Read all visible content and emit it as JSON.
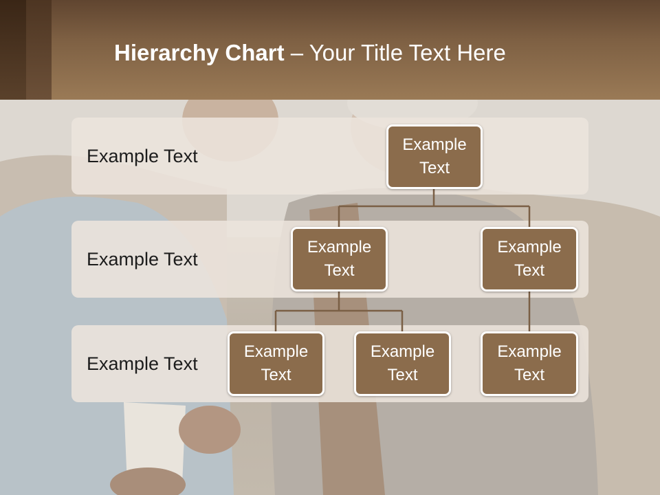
{
  "slide": {
    "title_bold": "Hierarchy Chart",
    "title_rest": " – Your Title Text Here"
  },
  "rows": [
    {
      "label": "Example Text"
    },
    {
      "label": "Example Text"
    },
    {
      "label": "Example Text"
    }
  ],
  "nodes": {
    "root": "Example Text",
    "level2_left": "Example Text",
    "level2_right": "Example Text",
    "level3_a": "Example Text",
    "level3_b": "Example Text",
    "level3_c": "Example Text"
  },
  "colors": {
    "header": "#7e6043",
    "node_fill": "#8b6c4c",
    "node_border": "#ffffff",
    "connector": "#7a5f45",
    "band": "#ece4dc"
  }
}
